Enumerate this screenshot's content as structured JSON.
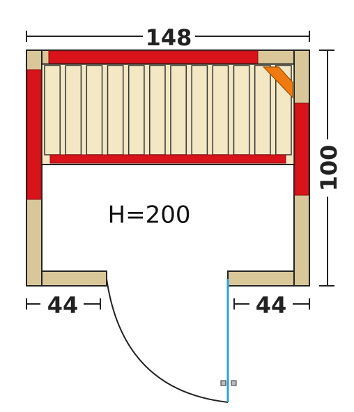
{
  "dimensions": {
    "width": "148",
    "depth": "100",
    "side_left": "44",
    "side_right": "44"
  },
  "height_label": "H=200",
  "colors": {
    "wall": "#d9c79a",
    "heater": "#d8141a",
    "bench_slat": "#f3e7c4",
    "lamp": "#f07a10",
    "door_glass": "#2aa3e0",
    "line": "#222222"
  }
}
